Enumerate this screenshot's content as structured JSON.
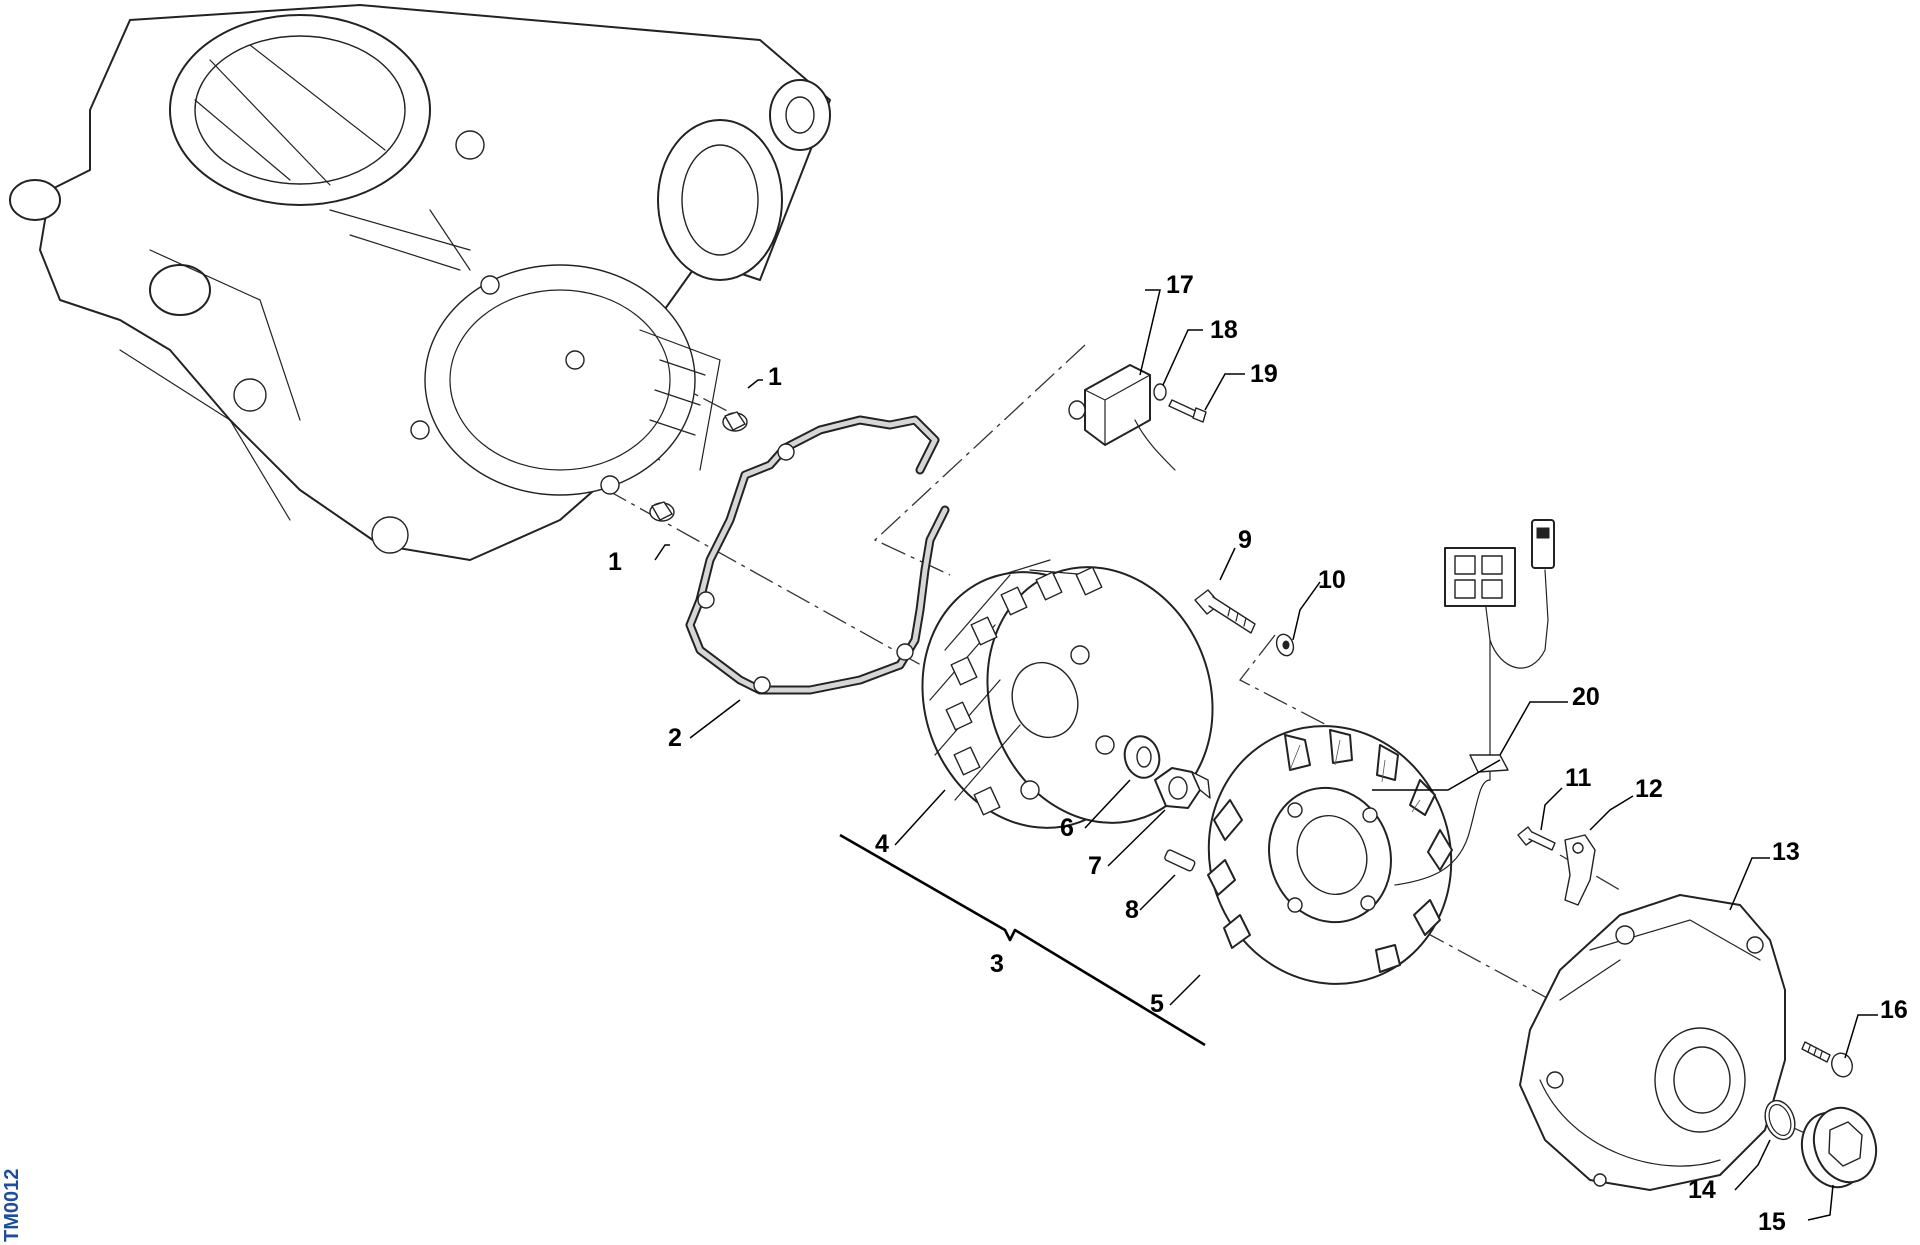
{
  "drawing_code": "TM0012",
  "callouts": {
    "c1a": "1",
    "c1b": "1",
    "c2": "2",
    "c3": "3",
    "c4": "4",
    "c5": "5",
    "c6": "6",
    "c7": "7",
    "c8": "8",
    "c9": "9",
    "c10": "10",
    "c11": "11",
    "c12": "12",
    "c13": "13",
    "c14": "14",
    "c15": "15",
    "c16": "16",
    "c17": "17",
    "c18": "18",
    "c19": "19",
    "c20": "20"
  }
}
